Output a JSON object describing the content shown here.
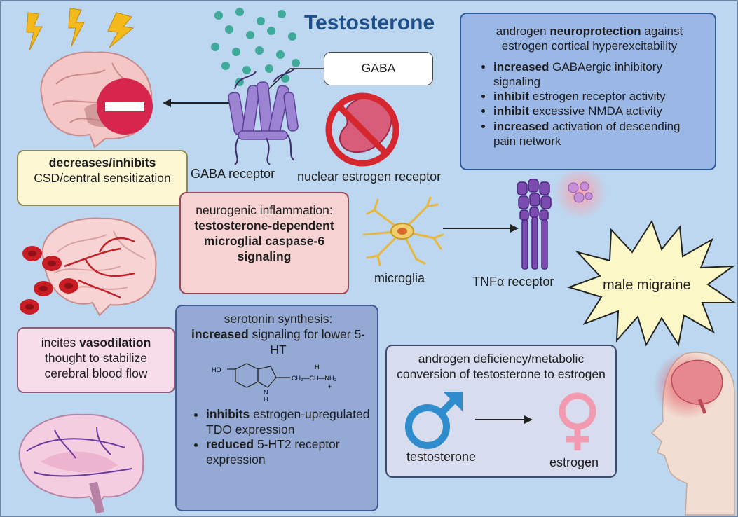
{
  "title": "Testosterone",
  "gaba_label": "GABA",
  "gaba_receptor_label": "GABA receptor",
  "nuclear_receptor_label": "nuclear estrogen receptor",
  "csd_box": {
    "bold": "decreases/inhibits",
    "text": "CSD/central sensitization"
  },
  "vaso_box": {
    "pre": "incites ",
    "bold": "vasodilation",
    "text": "thought to stabilize cerebral blood flow"
  },
  "neurogenic_box": {
    "text": "neurogenic inflammation:",
    "bold": "testosterone-dependent microglial caspase-6 signaling"
  },
  "microglia_label": "microglia",
  "tnf_label": "TNFα receptor",
  "male_migraine_label": "male migraine",
  "neuroprotection_box": {
    "intro_pre": "androgen ",
    "intro_bold": "neuroprotection",
    "intro_post": " against estrogen cortical hyperexcitability",
    "items": [
      {
        "bold": "increased",
        "text": " GABAergic inhibitory signaling"
      },
      {
        "bold": "inhibit",
        "text": " estrogen receptor activity"
      },
      {
        "bold": "inhibit",
        "text": " excessive NMDA activity"
      },
      {
        "bold": "increased",
        "text": " activation of descending pain network"
      }
    ]
  },
  "serotonin_box": {
    "line1": "serotonin synthesis:",
    "bold": "increased",
    "line2": " signaling for lower 5-HT",
    "molecule": {
      "ho": "HO",
      "chain": "CH₂—CH—NH₃",
      "h_top": "H",
      "plus": "+",
      "nh": "N",
      "nh_h": "H"
    },
    "items": [
      {
        "bold": "inhibits",
        "text": " estrogen-upregulated TDO expression"
      },
      {
        "bold": "reduced",
        "text": " 5-HT2 receptor expression"
      }
    ]
  },
  "androgen_box": {
    "text": "androgen deficiency/metabolic conversion of testosterone to estrogen",
    "testosterone_label": "testosterone",
    "estrogen_label": "estrogen"
  },
  "colors": {
    "background": "#bcd7ef",
    "title": "#1f4f8a",
    "yellow_box": "#fdf7d4",
    "red_box": "#f6d3d2",
    "pink_box": "#f7dcea",
    "blue_box": "#9bb7e6",
    "serotonin_box": "#94a9d3",
    "androgen_box": "#d8dcef",
    "male_symbol": "#2f8ccd",
    "female_symbol": "#f29bb0",
    "receptor": "#9274c5"
  },
  "icons": [
    "lightning-icon",
    "brain-icon",
    "minus-sign-icon",
    "gaba-receptor-icon",
    "no-symbol-icon",
    "microglia-icon",
    "tnf-receptor-icon",
    "starburst-icon",
    "male-symbol-icon",
    "female-symbol-icon",
    "head-profile-icon",
    "red-blood-cell-icon"
  ]
}
